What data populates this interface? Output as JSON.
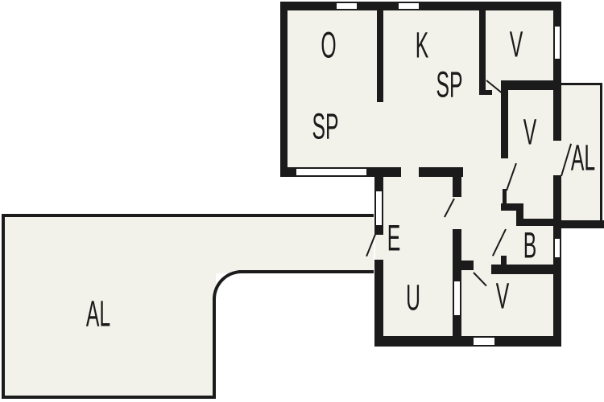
{
  "plan": {
    "type": "floor-plan",
    "rooms": [
      {
        "id": "o",
        "label": "O"
      },
      {
        "id": "k",
        "label": "K"
      },
      {
        "id": "v-top",
        "label": "V"
      },
      {
        "id": "sp-upper",
        "label": "SP"
      },
      {
        "id": "sp-main",
        "label": "SP"
      },
      {
        "id": "v-middle",
        "label": "V"
      },
      {
        "id": "al-balcony",
        "label": "AL"
      },
      {
        "id": "e",
        "label": "E"
      },
      {
        "id": "u",
        "label": "U"
      },
      {
        "id": "v-bottom",
        "label": "V"
      },
      {
        "id": "b",
        "label": "B"
      },
      {
        "id": "al-terrace",
        "label": "AL"
      }
    ],
    "colors": {
      "wall": "#1b1b1b",
      "floor": "#f2f1ea",
      "text": "#1a1a1a",
      "background": "#ffffff"
    }
  }
}
